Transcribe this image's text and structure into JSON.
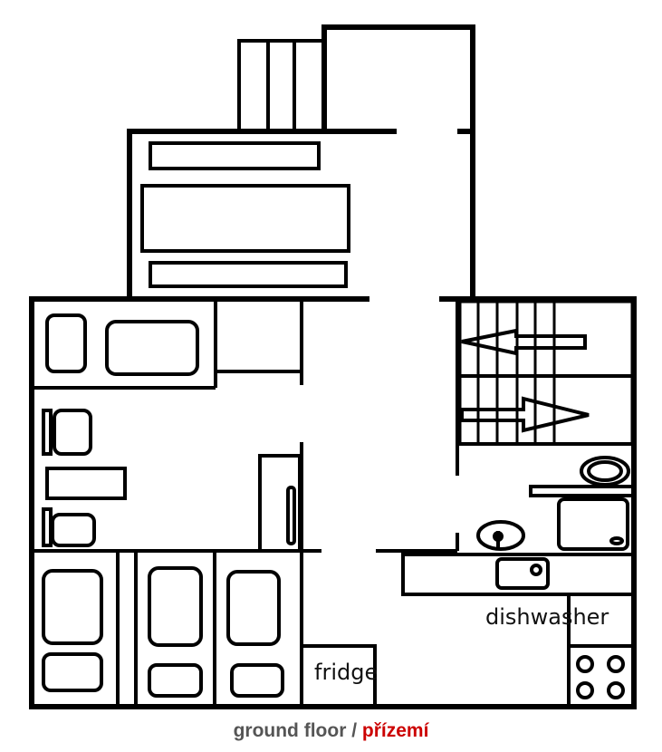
{
  "labels": {
    "dishwasher": "dishwasher",
    "fridge": "fridge"
  },
  "caption": {
    "primary": "ground floor",
    "separator": " / ",
    "secondary": "přízemí"
  },
  "colors": {
    "line": "#000000",
    "background": "#ffffff",
    "caption_primary": "#555555",
    "caption_secondary": "#cc0000"
  }
}
